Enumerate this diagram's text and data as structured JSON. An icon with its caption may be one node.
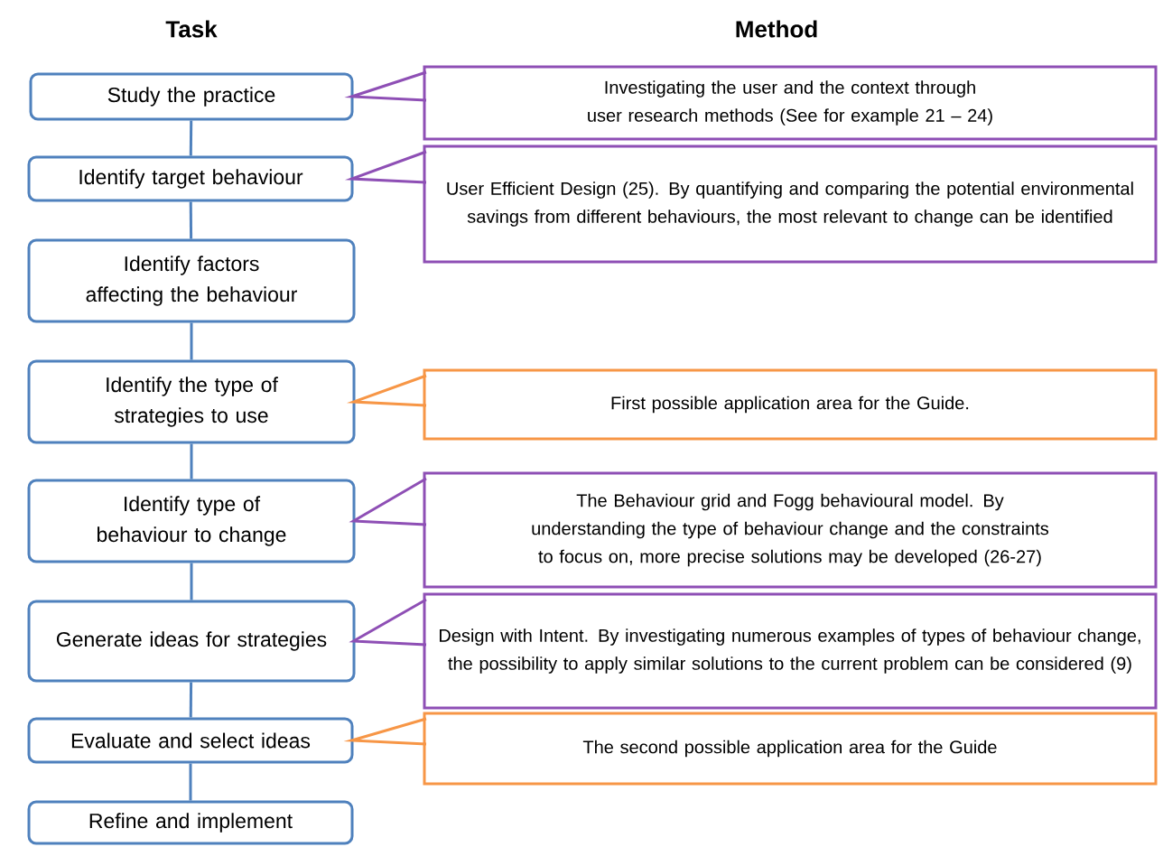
{
  "diagram": {
    "nodes": [
      {
        "text": [
          "Study the practice"
        ]
      },
      {
        "text": [
          "Identify target behaviour"
        ]
      },
      {
        "text": [
          "Identify factors affecting the behaviour"
        ]
      },
      {
        "text": [
          "Identify the type of strategies to use"
        ]
      },
      {
        "text": [
          "Identify type of behaviour to change"
        ]
      },
      {
        "text": [
          "Generate ideas for strategies"
        ]
      },
      {
        "text": [
          "Evaluate and select ideas"
        ]
      },
      {
        "text": [
          "Refine and implement"
        ]
      },
      {
        "text": [
          "Investigating the user and the context through user research methods (See for example 21 – 24)"
        ]
      },
      {
        "text": [
          "User Efficient Design (25). By quantifying and comparing the potential environmental savings from different behaviours, the most relevant to change can be identified"
        ]
      },
      {
        "text": [
          "First possible application area for the Guide."
        ]
      },
      {
        "text": [
          "The Behaviour grid and Fogg behavioural model. By understanding the type of behaviour change and the constraints to focus on, more precise solutions may be developed (26-27)"
        ]
      },
      {
        "text": [
          "Design with Intent. By investigating numerous examples of types of behaviour change, the possibility to apply similar solutions to the current problem can be considered (9)"
        ]
      },
      {
        "text": [
          "The second possible application area for the Guide"
        ]
      }
    ],
    "edges": [
      {
        "from": 0,
        "to": 1,
        "arrow": "none"
      },
      {
        "from": 1,
        "to": 2,
        "arrow": "none"
      },
      {
        "from": 2,
        "to": 3,
        "arrow": "none"
      },
      {
        "from": 3,
        "to": 4,
        "arrow": "none"
      },
      {
        "from": 4,
        "to": 5,
        "arrow": "none"
      },
      {
        "from": 5,
        "to": 6,
        "arrow": "none"
      },
      {
        "from": 6,
        "to": 7,
        "arrow": "none"
      },
      {
        "from": 8,
        "to": 0,
        "arrow": "none",
        "color": "#8e4fb5"
      },
      {
        "from": 9,
        "to": 1,
        "arrow": "none",
        "color": "#8e4fb5"
      },
      {
        "from": 10,
        "to": 3,
        "arrow": "none",
        "color": "#f79646"
      },
      {
        "from": 11,
        "to": 4,
        "arrow": "none",
        "color": "#8e4fb5"
      },
      {
        "from": 12,
        "to": 5,
        "arrow": "none",
        "color": "#8e4fb5"
      },
      {
        "from": 13,
        "to": 6,
        "arrow": "none",
        "color": "#f79646"
      }
    ],
    "labels": [
      "Task",
      "Method"
    ]
  }
}
